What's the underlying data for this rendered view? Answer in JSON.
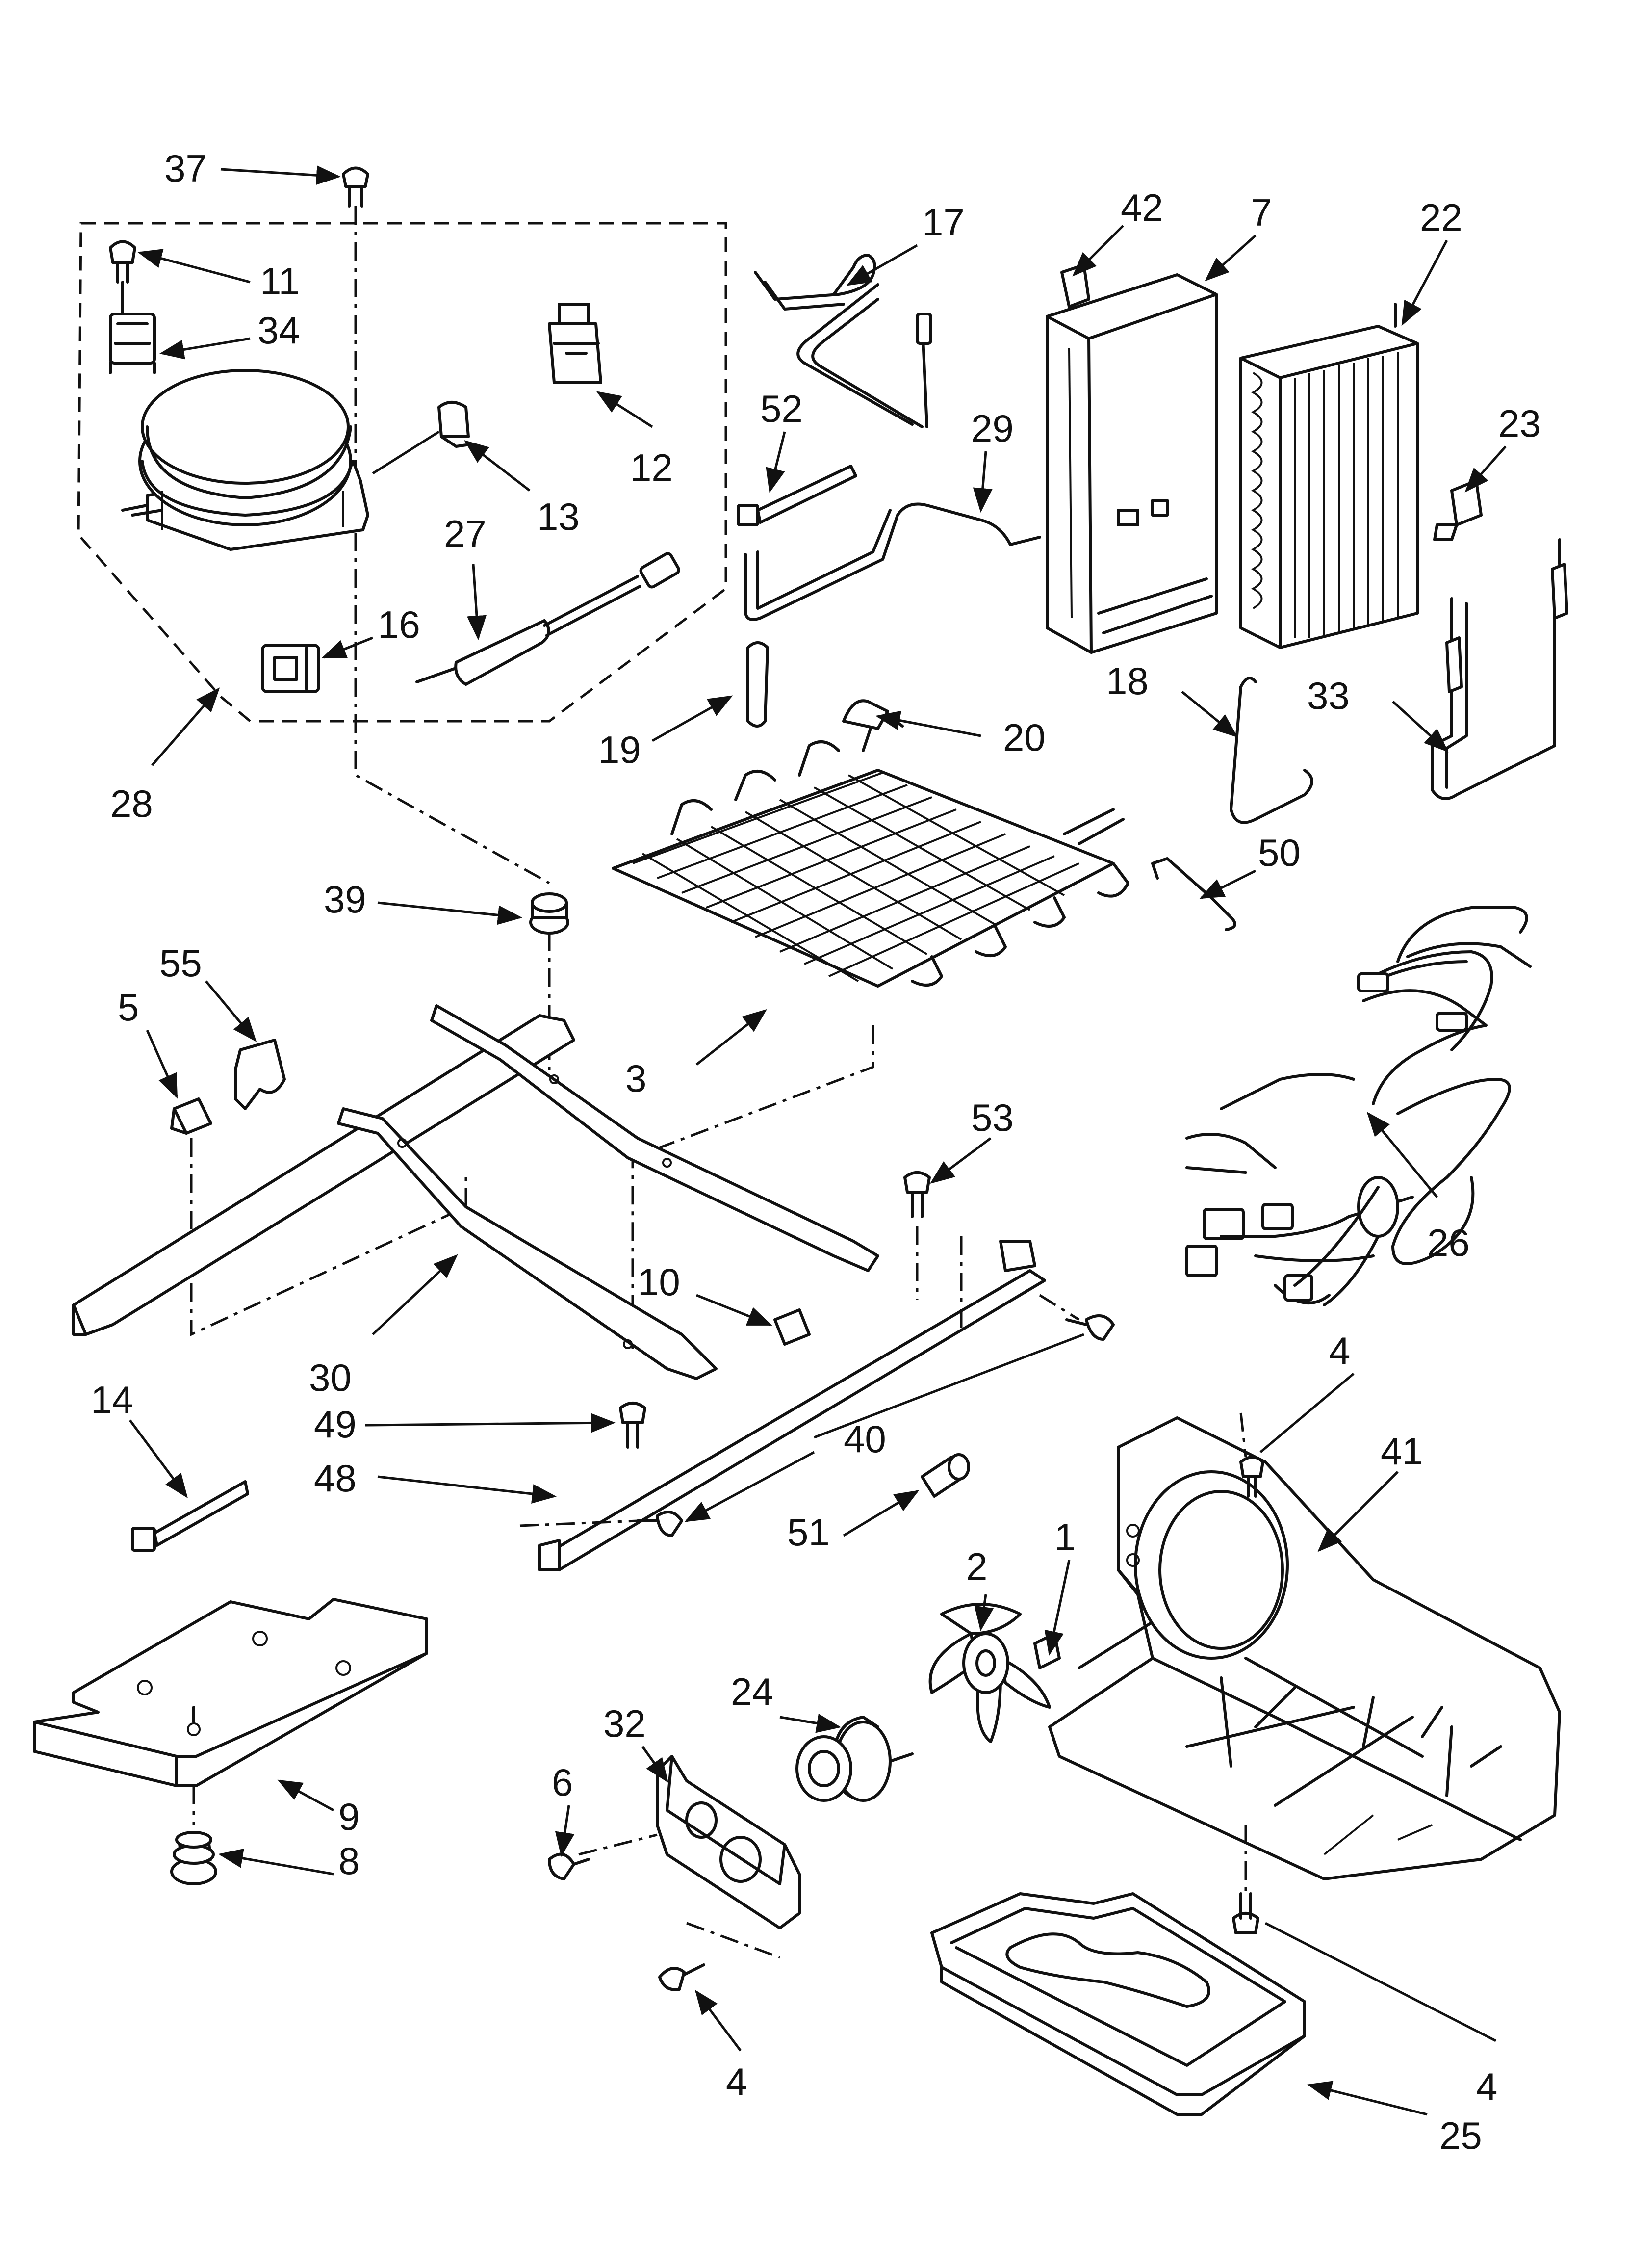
{
  "diagram": {
    "callouts": [
      "37",
      "11",
      "34",
      "12",
      "13",
      "27",
      "16",
      "28",
      "17",
      "52",
      "29",
      "19",
      "20",
      "42",
      "7",
      "22",
      "23",
      "18",
      "33",
      "50",
      "26",
      "39",
      "55",
      "5",
      "3",
      "53",
      "30",
      "10",
      "49",
      "48",
      "40",
      "51",
      "14",
      "4",
      "41",
      "2",
      "1",
      "24",
      "32",
      "6",
      "9",
      "8",
      "25"
    ]
  }
}
